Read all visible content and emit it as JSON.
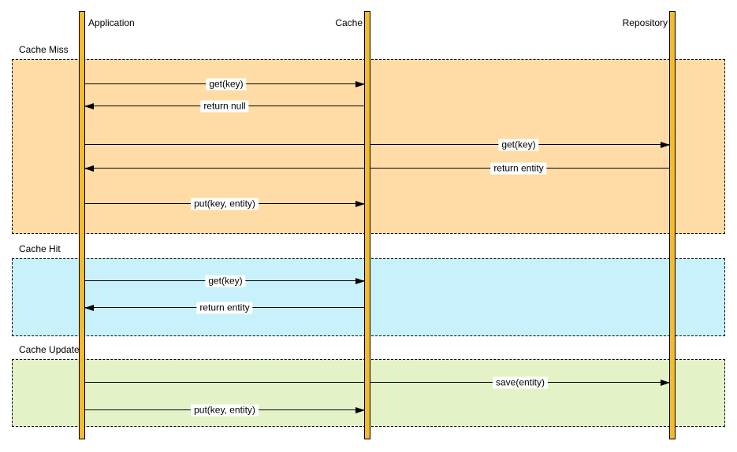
{
  "actors": [
    {
      "name": "Application"
    },
    {
      "name": "Cache"
    },
    {
      "name": "Repository"
    }
  ],
  "sections": [
    {
      "label": "Cache Miss",
      "fill": "#FFDCA6"
    },
    {
      "label": "Cache Hit",
      "fill": "#C9F1FB"
    },
    {
      "label": "Cache Update",
      "fill": "#E4F2C8"
    }
  ],
  "messages": [
    {
      "label": "get(key)",
      "from": "Application",
      "to": "Cache",
      "section": "Cache Miss"
    },
    {
      "label": "return null",
      "from": "Cache",
      "to": "Application",
      "section": "Cache Miss"
    },
    {
      "label": "get(key)",
      "from": "Application",
      "to": "Repository",
      "section": "Cache Miss"
    },
    {
      "label": "return entity",
      "from": "Repository",
      "to": "Application",
      "section": "Cache Miss"
    },
    {
      "label": "put(key, entity)",
      "from": "Application",
      "to": "Cache",
      "section": "Cache Miss"
    },
    {
      "label": "get(key)",
      "from": "Application",
      "to": "Cache",
      "section": "Cache Hit"
    },
    {
      "label": "return entity",
      "from": "Cache",
      "to": "Application",
      "section": "Cache Hit"
    },
    {
      "label": "save(entity)",
      "from": "Application",
      "to": "Repository",
      "section": "Cache Update"
    },
    {
      "label": "put(key, entity)",
      "from": "Application",
      "to": "Cache",
      "section": "Cache Update"
    }
  ],
  "colors": {
    "lifeline_fill": "#F2BB30",
    "lifeline_border": "#000000",
    "frame_border": "#000000",
    "cache_miss_fill": "#FFDCA6",
    "cache_hit_fill": "#C9F1FB",
    "cache_update_fill": "#E4F2C8",
    "text": "#000000",
    "background": "#FFFFFF"
  }
}
